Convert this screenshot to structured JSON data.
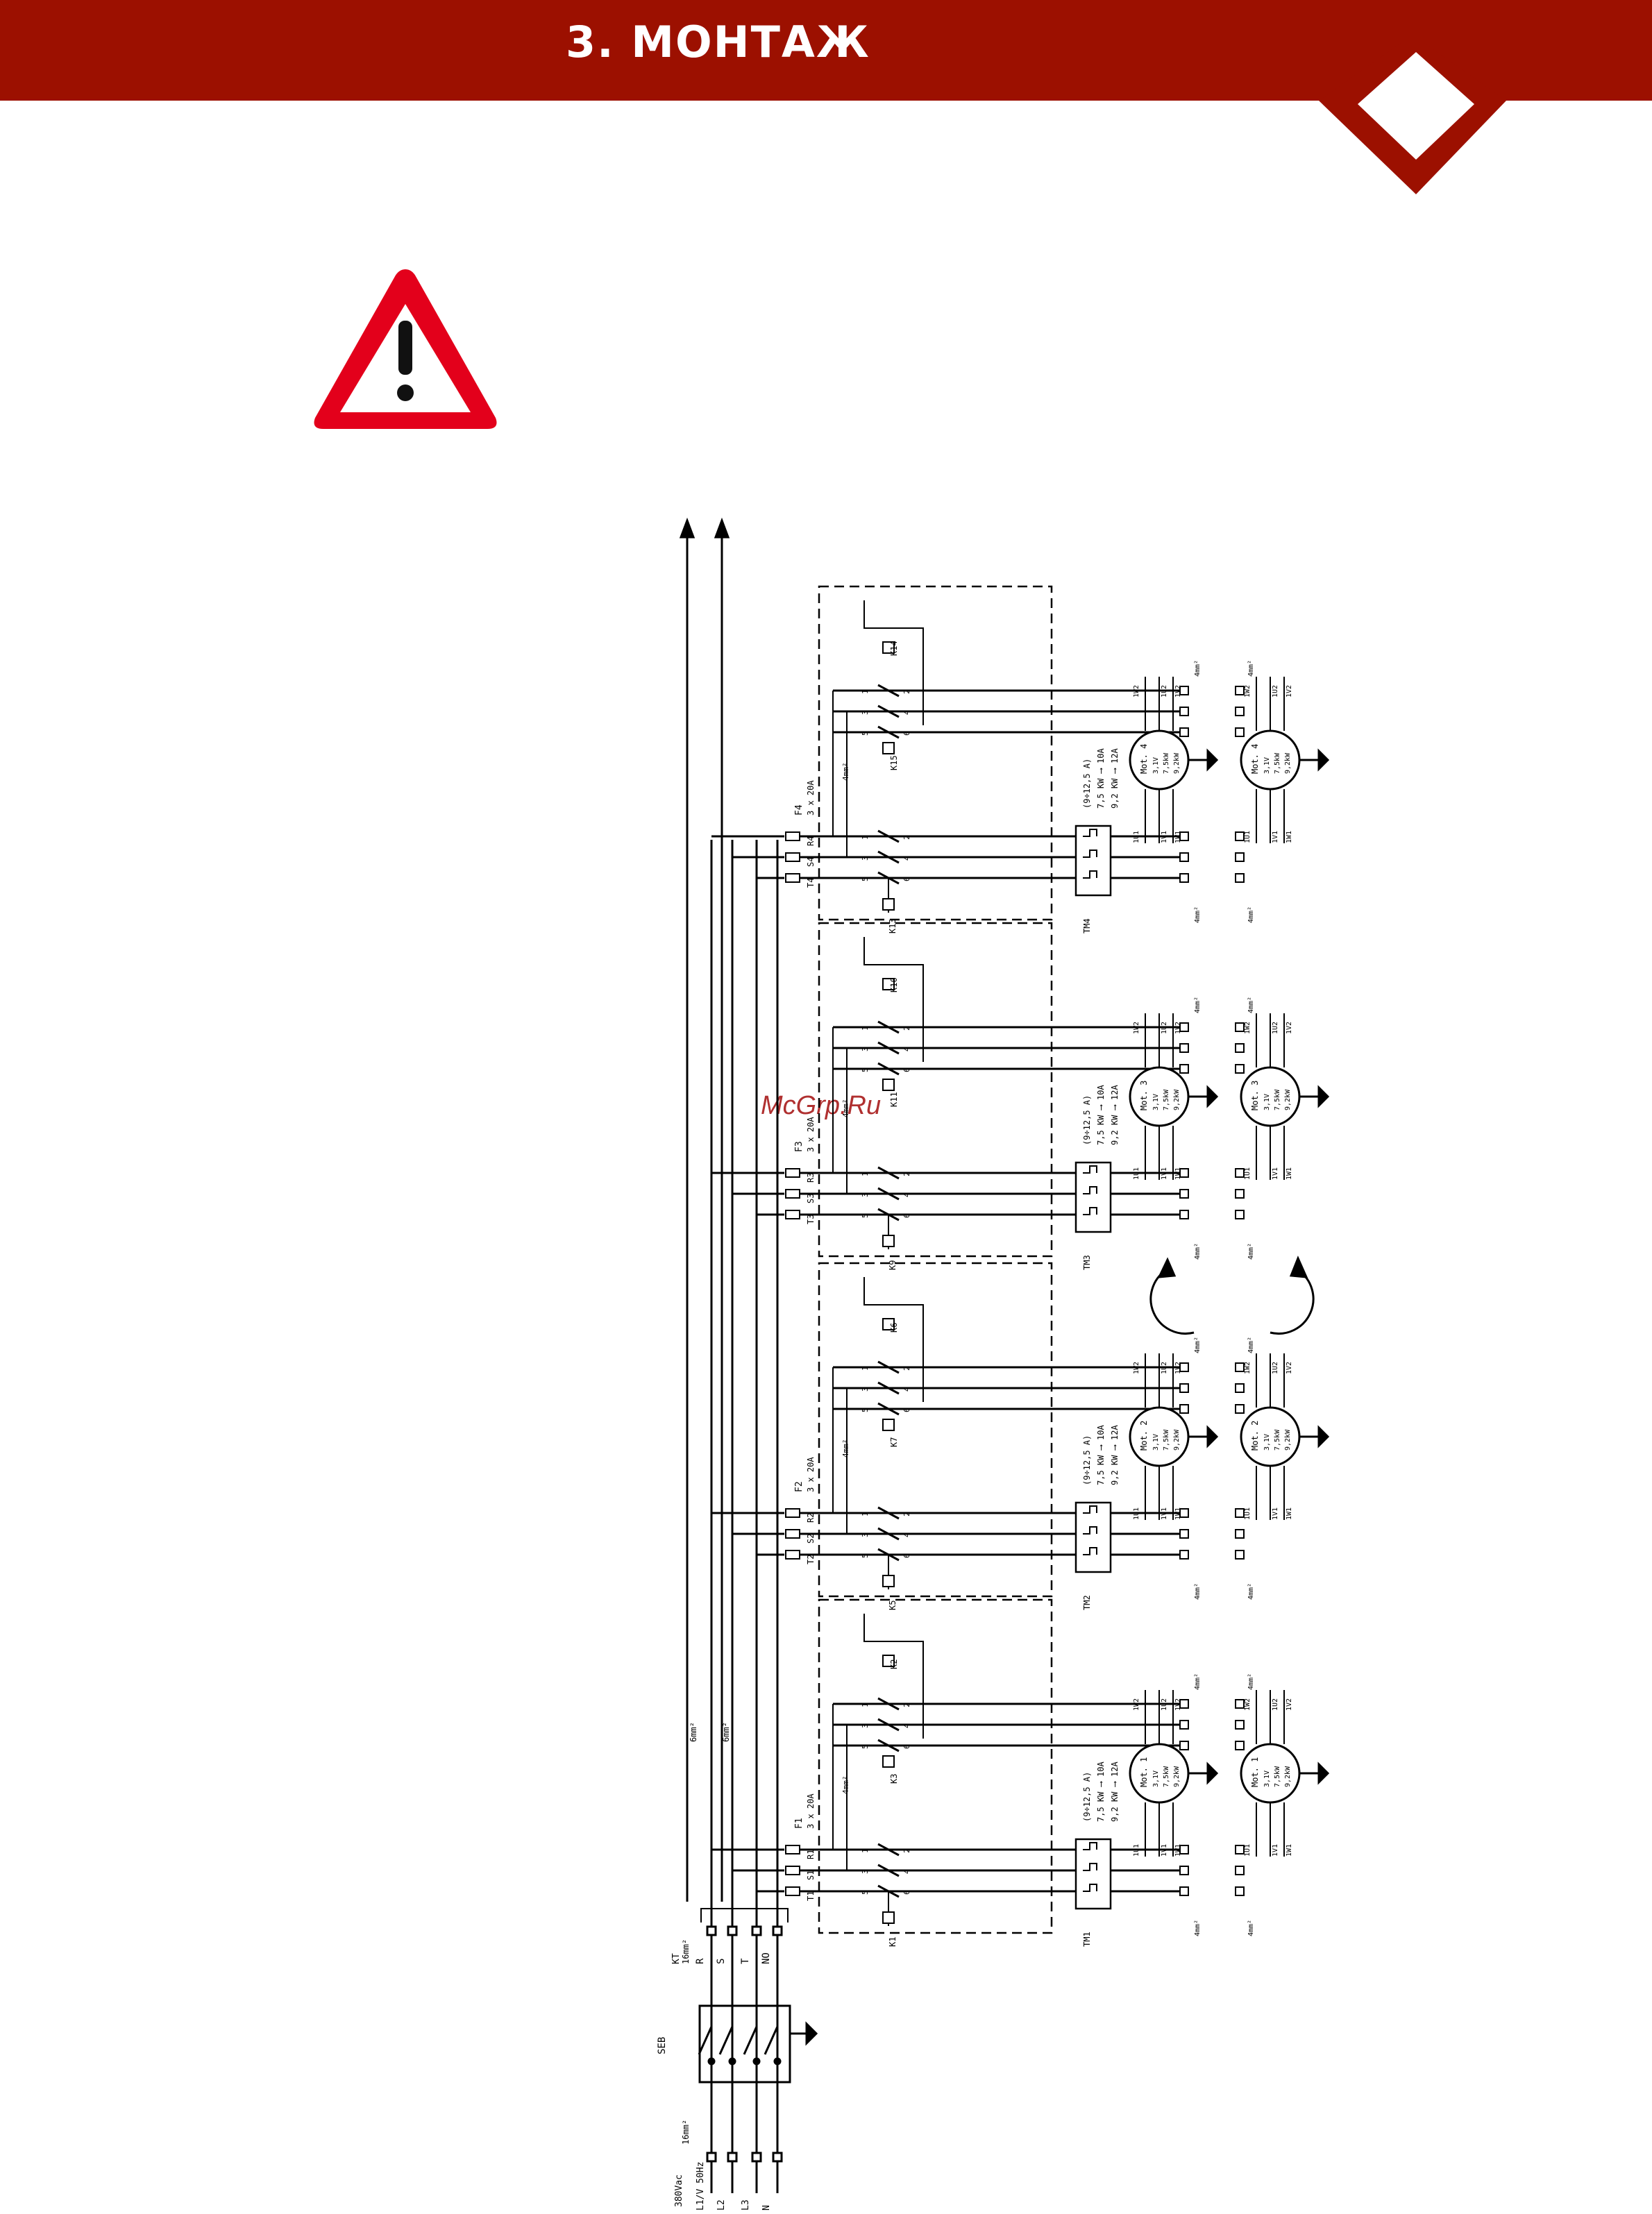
{
  "header": {
    "title": "3. МОНТАЖ",
    "band_color": "#9c1000"
  },
  "icons": {
    "corner": "diamond-badge-icon",
    "warning": "warning-triangle-icon"
  },
  "watermark": "McGrp.Ru",
  "supply": {
    "voltage": "380Vac",
    "phases": [
      "L1/V 50Hz",
      "L2",
      "L3",
      "N"
    ],
    "main_switch": "SEB",
    "main_switch_wire": "16mm²",
    "terminal_block": "KT",
    "terminal_wire": "16mm²",
    "terminals": [
      "R",
      "S",
      "T",
      "NO"
    ],
    "bus_wire": "6mm²"
  },
  "modules": [
    {
      "fuse": "F1",
      "fuse_rating": "3 x 20A",
      "fuse_terminals": [
        "R1",
        "S1",
        "T1"
      ],
      "contactors": [
        "K1",
        "K2",
        "K3"
      ],
      "relay": "TM1",
      "relay_range": "(9÷12,5 A)",
      "power_line_1": "7,5 KW ⟶ 10A",
      "power_line_2": "9,2 KW ⟶ 12A",
      "motor_a": "Mot. 1",
      "motor_b": "Mot. 1",
      "motor_spec": [
        "3,1V",
        "7,5kW",
        "9,2kW"
      ],
      "motor_terminals": [
        "1U1",
        "1V1",
        "1W1",
        "1U2",
        "1V2",
        "1W2"
      ],
      "wire_label": "4mm²"
    },
    {
      "fuse": "F2",
      "fuse_rating": "3 x 20A",
      "fuse_terminals": [
        "R2",
        "S2",
        "T2"
      ],
      "contactors": [
        "K5",
        "K6",
        "K7"
      ],
      "relay": "TM2",
      "relay_range": "(9÷12,5 A)",
      "power_line_1": "7,5 KW ⟶ 10A",
      "power_line_2": "9,2 KW ⟶ 12A",
      "motor_a": "Mot. 2",
      "motor_b": "Mot. 2",
      "motor_spec": [
        "3,1V",
        "7,5kW",
        "9,2kW"
      ],
      "motor_terminals": [
        "1U1",
        "1V1",
        "1W1",
        "1U2",
        "1V2",
        "1W2"
      ],
      "wire_label": "4mm²"
    },
    {
      "fuse": "F3",
      "fuse_rating": "3 x 20A",
      "fuse_terminals": [
        "R3",
        "S3",
        "T3"
      ],
      "contactors": [
        "K9",
        "K10",
        "K11"
      ],
      "relay": "TM3",
      "relay_range": "(9÷12,5 A)",
      "power_line_1": "7,5 KW ⟶ 10A",
      "power_line_2": "9,2 KW ⟶ 12A",
      "motor_a": "Mot. 3",
      "motor_b": "Mot. 3",
      "motor_spec": [
        "3,1V",
        "7,5kW",
        "9,2kW"
      ],
      "motor_terminals": [
        "1U1",
        "1V1",
        "1W1",
        "1U2",
        "1V2",
        "1W2"
      ],
      "wire_label": "4mm²"
    },
    {
      "fuse": "F4",
      "fuse_rating": "3 x 20A",
      "fuse_terminals": [
        "R4",
        "S4",
        "T4"
      ],
      "contactors": [
        "K13",
        "K14",
        "K15"
      ],
      "relay": "TM4",
      "relay_range": "(9÷12,5 A)",
      "power_line_1": "7,5 KW ⟶ 10A",
      "power_line_2": "9,2 KW ⟶ 12A",
      "motor_a": "Mot. 4",
      "motor_b": "Mot. 4",
      "motor_spec": [
        "3,1V",
        "7,5kW",
        "9,2kW"
      ],
      "motor_terminals": [
        "1U1",
        "1V1",
        "1W1",
        "1U2",
        "1V2",
        "1W2"
      ],
      "wire_label": "4mm²"
    }
  ],
  "contact_numbers": [
    "1",
    "2",
    "3",
    "4",
    "5",
    "6"
  ]
}
